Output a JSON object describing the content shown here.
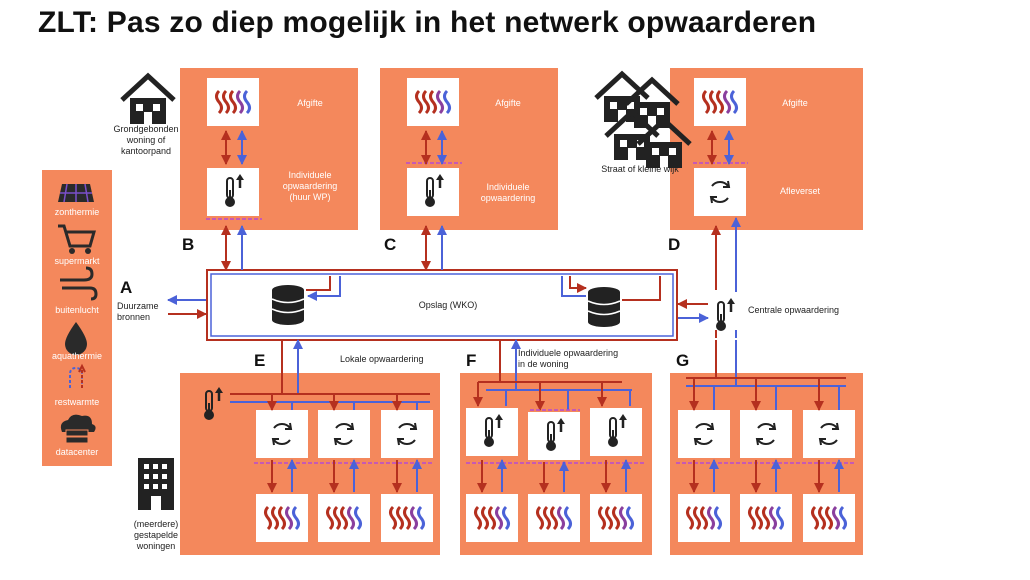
{
  "title": "ZLT: Pas zo diep mogelijk in het netwerk opwaarderen",
  "colors": {
    "panel": "#f4885c",
    "supply": "#b5301f",
    "return": "#4b62d8",
    "storage_border": "#b5301f",
    "icon": "#222222"
  },
  "sources": {
    "letter": "A",
    "label_lines": [
      "Duurzame",
      "bronnen"
    ],
    "items": [
      {
        "label": "zonthermie",
        "icon": "solar-panel-icon"
      },
      {
        "label": "supermarkt",
        "icon": "shopping-cart-icon"
      },
      {
        "label": "buitenlucht",
        "icon": "wind-icon"
      },
      {
        "label": "aquathermie",
        "icon": "water-drop-icon"
      },
      {
        "label": "restwarmte",
        "icon": "loop-arrows-icon"
      },
      {
        "label": "datacenter",
        "icon": "cloud-server-icon"
      }
    ]
  },
  "storage": {
    "label": "Opslag (WKO)"
  },
  "scenarios": {
    "B": {
      "letter": "B",
      "building_label_lines": [
        "Grondgebonden",
        "woning of",
        "kantoorpand"
      ],
      "top_label": "Afgifte",
      "bottom_label_lines": [
        "Individuele",
        "opwaardering",
        "(huur WP)"
      ]
    },
    "C": {
      "letter": "C",
      "top_label": "Afgifte",
      "bottom_label_lines": [
        "Individuele",
        "opwaardering"
      ]
    },
    "D": {
      "letter": "D",
      "building_label": "Straat of kleine wijk",
      "top_label": "Afgifte",
      "bottom_label": "Afleverset",
      "central_label": "Centrale opwaardering"
    },
    "E": {
      "letter": "E",
      "label": "Lokale opwaardering",
      "building_label_lines": [
        "(meerdere)",
        "gestapelde",
        "woningen"
      ]
    },
    "F": {
      "letter": "F",
      "label_lines": [
        "Individuele opwaardering",
        "in de woning"
      ]
    },
    "G": {
      "letter": "G"
    }
  }
}
